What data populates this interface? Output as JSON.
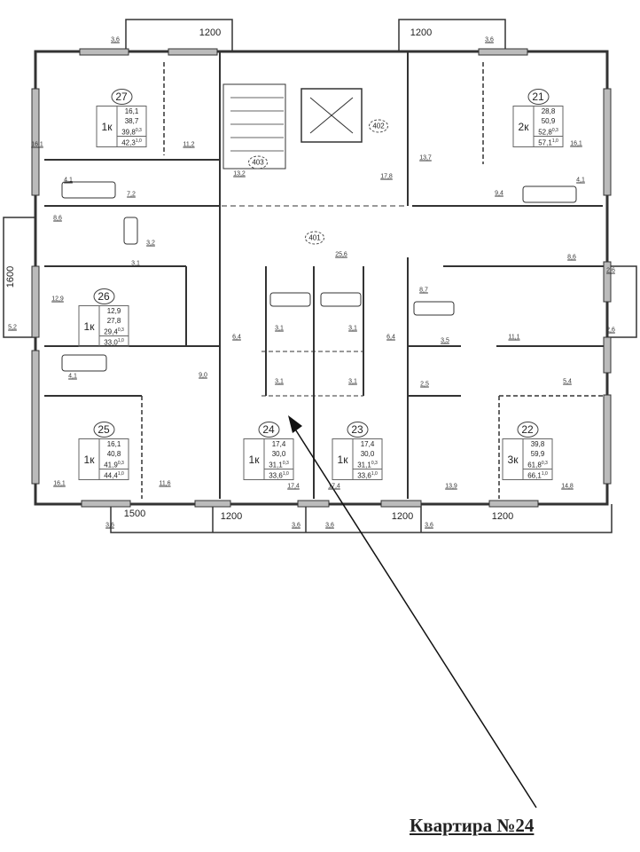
{
  "title": "Квартира №24",
  "apartments": [
    {
      "id": "27",
      "type": "1к",
      "living": "16,1",
      "total": "38,7",
      "with_balcony": "39,8",
      "with_balcony_coef": "0,3",
      "full": "42,3",
      "full_coef": "1,0"
    },
    {
      "id": "21",
      "type": "2к",
      "living": "28,8",
      "total": "50,9",
      "with_balcony": "52,8",
      "with_balcony_coef": "0,3",
      "full": "57,1",
      "full_coef": "1,0"
    },
    {
      "id": "26",
      "type": "1к",
      "living": "12,9",
      "total": "27,8",
      "with_balcony": "29,4",
      "with_balcony_coef": "0,3",
      "full": "33,0",
      "full_coef": "1,0"
    },
    {
      "id": "25",
      "type": "1к",
      "living": "16,1",
      "total": "40,8",
      "with_balcony": "41,9",
      "with_balcony_coef": "0,3",
      "full": "44,4",
      "full_coef": "1,0"
    },
    {
      "id": "24",
      "type": "1к",
      "living": "17,4",
      "total": "30,0",
      "with_balcony": "31,1",
      "with_balcony_coef": "0,3",
      "full": "33,6",
      "full_coef": "1,0"
    },
    {
      "id": "23",
      "type": "1к",
      "living": "17,4",
      "total": "30,0",
      "with_balcony": "31,1",
      "with_balcony_coef": "0,3",
      "full": "33,6",
      "full_coef": "1,0"
    },
    {
      "id": "22",
      "type": "3к",
      "living": "39,8",
      "total": "59,9",
      "with_balcony": "61,8",
      "with_balcony_coef": "0,3",
      "full": "66,1",
      "full_coef": "1,0"
    }
  ],
  "common_rooms": [
    "403",
    "402",
    "401"
  ],
  "room_areas": [
    "3,6",
    "3,6",
    "16,1",
    "11,2",
    "4,1",
    "7,2",
    "8,6",
    "3,2",
    "3,1",
    "12,9",
    "5,2",
    "13,2",
    "17,8",
    "25,6",
    "13,7",
    "16,1",
    "4,1",
    "9,4",
    "8,6",
    "2,6",
    "2,6",
    "8,7",
    "6,4",
    "3,5",
    "11,1",
    "2,5",
    "5,4",
    "6,4",
    "3,1",
    "3,1",
    "3,1",
    "3,1",
    "4,1",
    "9,0",
    "16,1",
    "11,6",
    "17,4",
    "17,4",
    "13,9",
    "14,8",
    "3,6",
    "3,6",
    "3,6",
    "3,6"
  ],
  "dimensions": [
    "1200",
    "1200",
    "1600",
    "1500",
    "1200",
    "1200",
    "1200"
  ]
}
